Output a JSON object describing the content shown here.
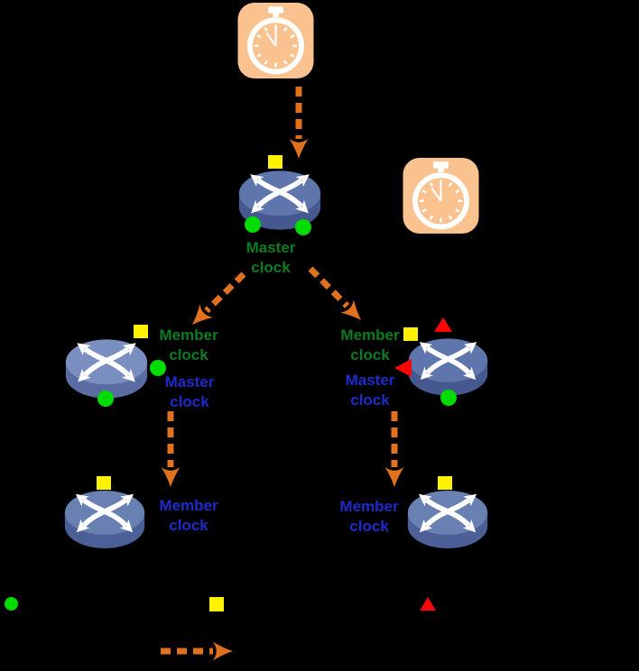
{
  "colors": {
    "background": "#000000",
    "arrow_orange": "#E0711E",
    "clock_bg": "#F9C28F",
    "white": "#FFFFFF",
    "switch_top": "#5F76AC",
    "switch_side": "#455890",
    "switch_top_light": "#7A8EC0",
    "switch_side_light": "#5A6CA2",
    "switch_top_mid": "#6880B2",
    "switch_side_mid": "#4C5F97",
    "master_green": "#0B7D20",
    "member_blue": "#1E2BCC",
    "port_green": "#00DB00",
    "port_yellow": "#FFF200",
    "port_red": "#FB0606"
  },
  "labels": {
    "gm": {
      "line1": "Master",
      "line2": "clock"
    },
    "left_member": {
      "line1": "Member",
      "line2": "clock"
    },
    "left_master": {
      "line1": "Master",
      "line2": "clock"
    },
    "right_member": {
      "line1": "Member",
      "line2": "clock"
    },
    "right_master": {
      "line1": "Master",
      "line2": "clock"
    },
    "bottom_left_member": {
      "line1": "Member",
      "line2": "clock"
    },
    "bottom_right_member": {
      "line1": "Member",
      "line2": "clock"
    }
  },
  "icons": {
    "top_clock": "stopwatch-icon",
    "side_clock": "stopwatch-icon",
    "switch": "switch-cross-arrows-icon"
  },
  "legend": {
    "row1_symbols": [
      "green-circle",
      "yellow-square",
      "red-triangle"
    ],
    "row2_symbols": [
      "orange-dashed-arrow"
    ]
  }
}
